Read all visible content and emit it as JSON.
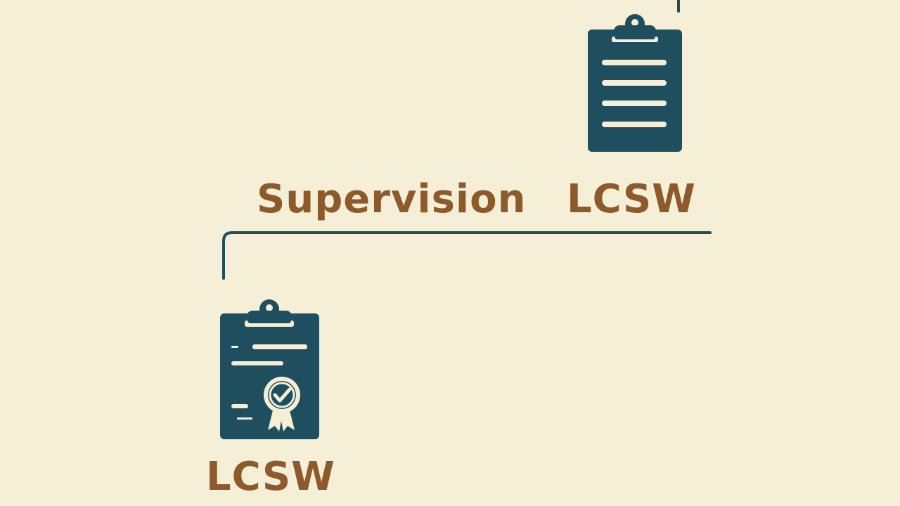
{
  "diagram": {
    "nodes": [
      {
        "id": "top-node",
        "label": "LCSW",
        "icon": "clipboard-list-icon"
      },
      {
        "id": "bottom-node",
        "label": "LCSW",
        "icon": "clipboard-certificate-icon"
      }
    ],
    "edge_label": "Supervision"
  },
  "colors": {
    "background": "#f5efd7",
    "icon": "#1f4e5f",
    "label": "#8d5a2c"
  }
}
